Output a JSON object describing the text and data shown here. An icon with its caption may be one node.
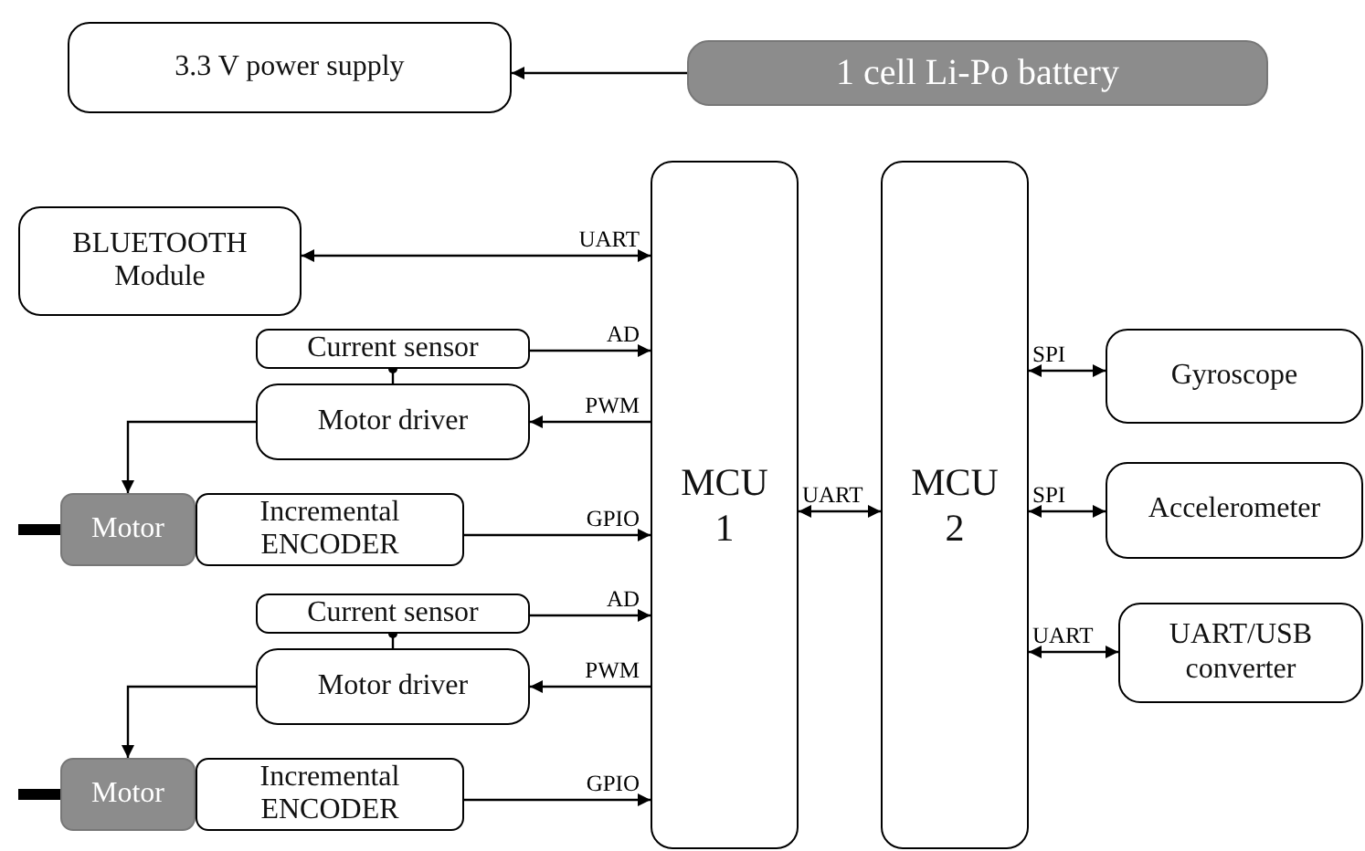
{
  "diagram": {
    "nodes": [
      {
        "text": [
          "3.3 V power supply"
        ]
      },
      {
        "text": [
          "1 cell Li-Po battery"
        ]
      },
      {
        "text": [
          "BLUETOOTH Module"
        ]
      },
      {
        "text": [
          "MCU 1"
        ]
      },
      {
        "text": [
          "MCU 2"
        ]
      },
      {
        "text": [
          "Current sensor"
        ]
      },
      {
        "text": [
          "Motor driver"
        ]
      },
      {
        "text": [
          "Motor"
        ]
      },
      {
        "text": [
          "Incremental ENCODER"
        ]
      },
      {
        "text": [
          "Current sensor"
        ]
      },
      {
        "text": [
          "Motor driver"
        ]
      },
      {
        "text": [
          "Motor"
        ]
      },
      {
        "text": [
          "Incremental ENCODER"
        ]
      },
      {
        "text": [
          "Gyroscope"
        ]
      },
      {
        "text": [
          "Accelerometer"
        ]
      },
      {
        "text": [
          "UART/USB converter"
        ]
      }
    ],
    "edges": [
      {
        "from": 1,
        "to": 0,
        "arrow": "to"
      },
      {
        "from": 2,
        "to": 3,
        "arrow": "both",
        "label": "UART"
      },
      {
        "from": 5,
        "to": 3,
        "arrow": "to",
        "label": "AD"
      },
      {
        "from": 3,
        "to": 6,
        "arrow": "to",
        "label": "PWM"
      },
      {
        "from": 6,
        "to": 7,
        "arrow": "to"
      },
      {
        "from": 6,
        "to": 5,
        "arrow": "other"
      },
      {
        "from": 8,
        "to": 3,
        "arrow": "to",
        "label": "GPIO"
      },
      {
        "from": 9,
        "to": 3,
        "arrow": "to",
        "label": "AD"
      },
      {
        "from": 3,
        "to": 10,
        "arrow": "to",
        "label": "PWM"
      },
      {
        "from": 10,
        "to": 11,
        "arrow": "to"
      },
      {
        "from": 10,
        "to": 9,
        "arrow": "other"
      },
      {
        "from": 12,
        "to": 3,
        "arrow": "to",
        "label": "GPIO"
      },
      {
        "from": 3,
        "to": 4,
        "arrow": "both",
        "label": "UART"
      },
      {
        "from": 4,
        "to": 13,
        "arrow": "both",
        "label": "SPI"
      },
      {
        "from": 4,
        "to": 14,
        "arrow": "both",
        "label": "SPI"
      },
      {
        "from": 4,
        "to": 15,
        "arrow": "both",
        "label": "UART"
      }
    ]
  }
}
